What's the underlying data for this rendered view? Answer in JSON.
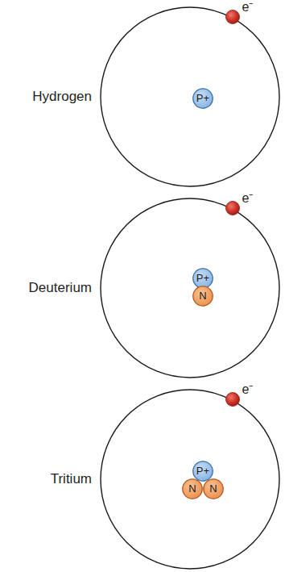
{
  "diagram": {
    "nodes": [
      {
        "text": [
          "Hydrogen"
        ]
      },
      {
        "text": [
          "e⁻"
        ],
        "in": 0
      },
      {
        "text": [
          "P+"
        ],
        "in": 0
      },
      {
        "text": [
          "Deuterium"
        ]
      },
      {
        "text": [
          "e⁻"
        ],
        "in": 3
      },
      {
        "text": [
          "P+"
        ],
        "in": 3
      },
      {
        "text": [
          "N"
        ],
        "in": 3
      },
      {
        "text": [
          "Tritium"
        ]
      },
      {
        "text": [
          "e⁻"
        ],
        "in": 7
      },
      {
        "text": [
          "P+"
        ],
        "in": 7
      },
      {
        "text": [
          "N"
        ],
        "in": 7
      },
      {
        "text": [
          "N"
        ],
        "in": 7
      }
    ]
  }
}
